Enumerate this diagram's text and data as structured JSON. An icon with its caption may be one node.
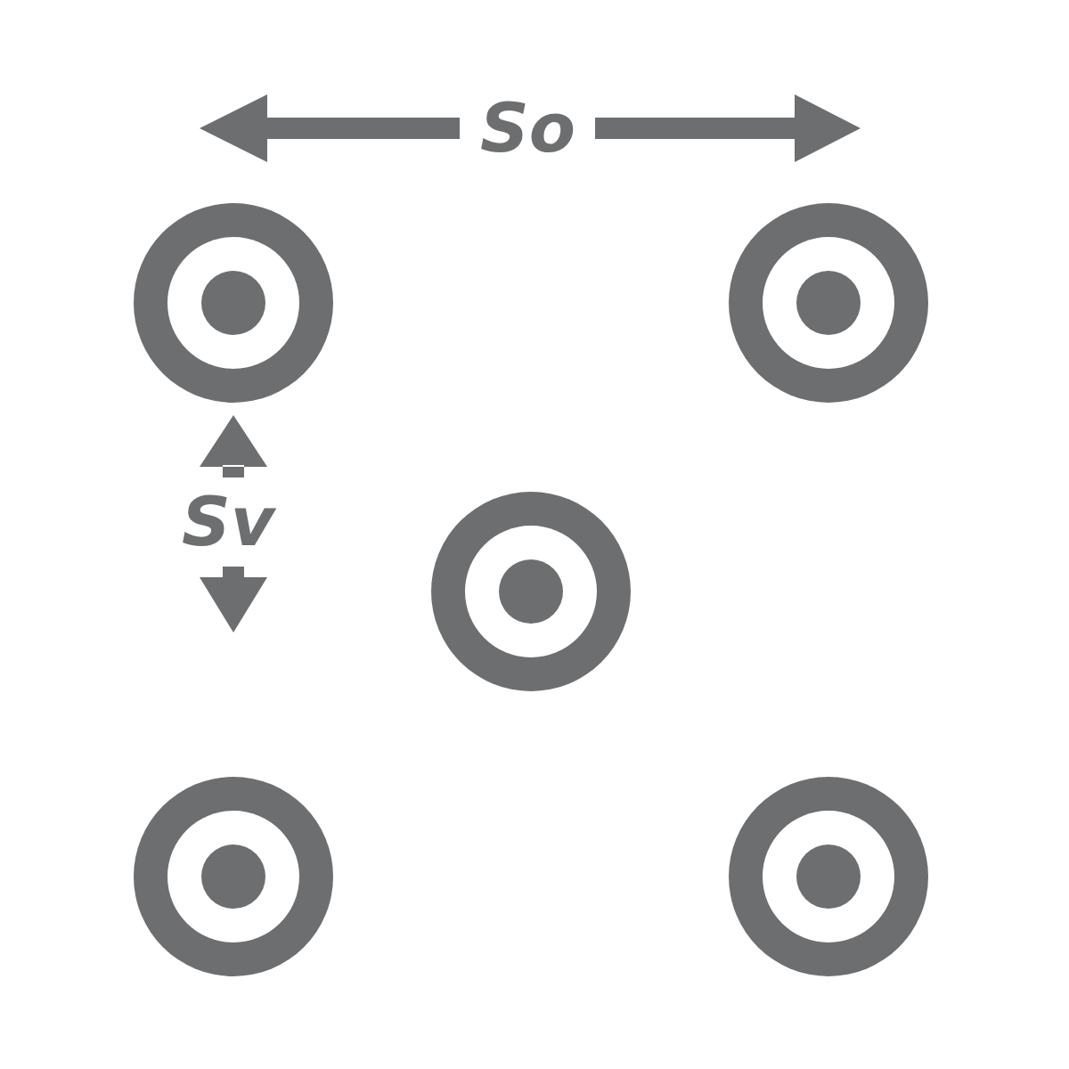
{
  "diagram": {
    "nodes": [
      {
        "text": [],
        "shape": "circle"
      },
      {
        "text": [],
        "shape": "circle"
      },
      {
        "text": [],
        "shape": "circle"
      },
      {
        "text": [],
        "shape": "circle"
      },
      {
        "text": [],
        "shape": "circle"
      }
    ],
    "labels": [
      "So",
      "Sv"
    ]
  }
}
